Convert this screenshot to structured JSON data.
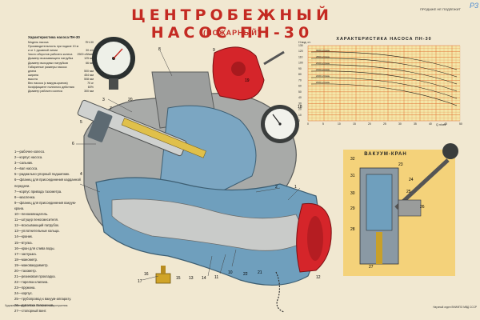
{
  "poster": {
    "title": "ЦЕНТРОБЕЖНЫЙ НАСОС ПН-30",
    "subtitle": "(ПОЖАРНЫЙ)",
    "corner_note": "ПРОДАЖЕ НЕ ПОДЛЕЖИТ",
    "corner_mark": "P3"
  },
  "specs": {
    "title": "Характеристика насоса ПН-30",
    "rows": [
      {
        "label": "Модель насоса",
        "value": "ПН-30"
      },
      {
        "label": "Производительность при подаче 10 м",
        "value": ""
      },
      {
        "label": "и от 1 рукавной линии",
        "value": "30 л/с"
      },
      {
        "label": "Число оборотов рабочего колеса",
        "value": "2500 об/мин"
      },
      {
        "label": "Диаметр всасывающего патрубка",
        "value": "125 мм"
      },
      {
        "label": "Диаметр выходных патрубков",
        "value": "66 мм"
      },
      {
        "label": "Габаритные размеры насоса:",
        "value": ""
      },
      {
        "label": "длина",
        "value": "500 мм"
      },
      {
        "label": "ширина",
        "value": "454 мм"
      },
      {
        "label": "высота",
        "value": "508 мм"
      },
      {
        "label": "Вес насоса (с вакуум-краном)",
        "value": "70 кг"
      },
      {
        "label": "Коэффициент полезного действия",
        "value": "60%"
      },
      {
        "label": "Диаметр рабочего колеса",
        "value": "300 мм"
      }
    ]
  },
  "legend": {
    "items": [
      "1—рабочее колесо.",
      "2—корпус насоса.",
      "3—сальник.",
      "4—вал насоса.",
      "5—радиально-упорный подшипник.",
      "6—фланец для присоединения карданной передачи.",
      "7—корпус привода тахометра.",
      "8—масленка.",
      "9—фланец для присоединения вакуум-крана.",
      "10—пеноизвещатель.",
      "11—штуцер пеносмесителя.",
      "12—всасывающий патрубок.",
      "13—уплотнительные кольца.",
      "14—краник.",
      "15—втулка.",
      "16—кран для слива воды.",
      "17—заглушка.",
      "18—манометр.",
      "19—мановакуумметр.",
      "20—тахометр.",
      "21—резиновая прокладка.",
      "22—тарелка клапана.",
      "23—пружина.",
      "24—корпус.",
      "25—трубопровод к вакуум-аппарату.",
      "26—рукоятка включения.",
      "27—стопорный винт."
    ]
  },
  "chart": {
    "title": "ХАРАКТЕРИСТИКА НАСОСА ПН-30",
    "y_axis_label": "Н вод. ст.",
    "x_axis_label": "Q л/сек",
    "y_ticks": [
      "0",
      "10",
      "20",
      "30",
      "40",
      "50",
      "60",
      "70",
      "80",
      "90",
      "100",
      "110",
      "120",
      "130"
    ],
    "x_ticks": [
      "0",
      "5",
      "10",
      "15",
      "20",
      "25",
      "30",
      "35",
      "40",
      "45",
      "50"
    ],
    "series_labels": [
      "3000 об/мин",
      "2800 об/мин",
      "2600 об/мин",
      "2400 об/мин",
      "2200 об/мин",
      "2000 об/мин"
    ],
    "colors": {
      "background": "#f4e7a8",
      "grid": "#e06a2e",
      "line": "#1f1a14"
    }
  },
  "valve": {
    "title": "ВАКУУМ-КРАН",
    "callouts": [
      "32",
      "31",
      "30",
      "29",
      "28",
      "27",
      "26",
      "25",
      "24",
      "23"
    ]
  },
  "callouts": [
    "1",
    "2",
    "3",
    "4",
    "5",
    "6",
    "7",
    "8",
    "9",
    "10",
    "11",
    "12",
    "13",
    "14",
    "15",
    "16",
    "17",
    "18",
    "19",
    "20",
    "21",
    "22"
  ],
  "footer": {
    "left": "Художественный плакат. Техника пожаротушения.",
    "right": "Научный отдел ВНИИПО МВД СССР"
  },
  "colors": {
    "pump_red": "#d5252a",
    "pump_metal": "#a6a7a6",
    "cutaway_blue": "#6f9fbd",
    "panel_yellow": "#f4d27a"
  }
}
